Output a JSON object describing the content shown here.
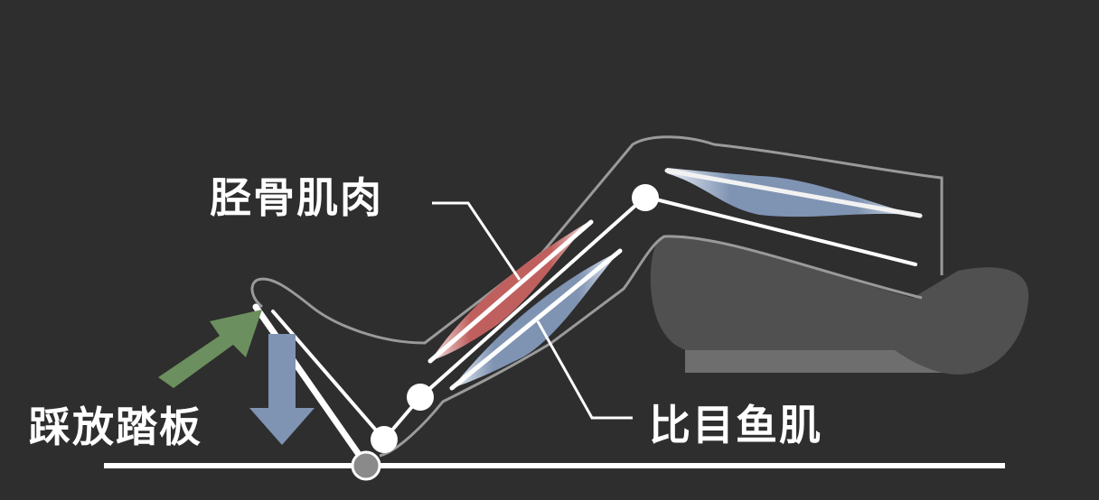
{
  "diagram": {
    "labels": {
      "tibialis": "胫骨肌肉",
      "soleus": "比目鱼肌",
      "pedal": "踩放踏板"
    },
    "colors": {
      "background": "#2e2e2e",
      "tibialis_muscle": "#c0605e",
      "soleus_muscle": "#7f93b3",
      "thigh_muscle": "#8496b6",
      "push_arrow": "#6b8f5e",
      "press_arrow": "#7f93b3",
      "seat": "#505050",
      "seat_base": "#6e6e6e",
      "outline": "#9a9a9a",
      "bone": "#ffffff",
      "pivot_joint": "#8a8a8a"
    }
  }
}
